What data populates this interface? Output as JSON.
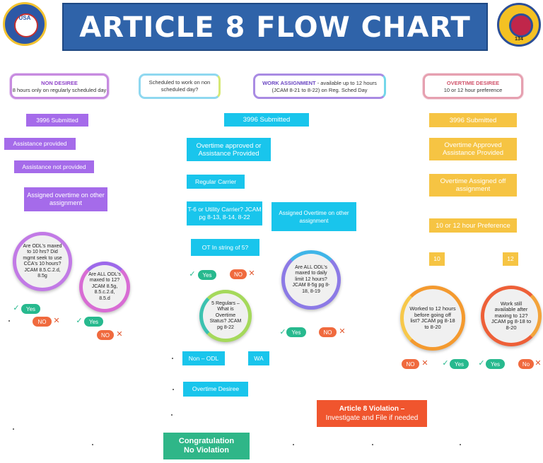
{
  "title": "ARTICLE 8 FLOW CHART",
  "logos": {
    "left_text": "USA",
    "right_number": "134"
  },
  "headers": [
    {
      "title": "NON DESIREE",
      "sub": "8 hours only on regularly scheduled day"
    },
    {
      "title": "",
      "sub": "Scheduled to work on non scheduled day?"
    },
    {
      "title": "WORK ASSIGNMENT",
      "sub_inline": " - available up to 12 hours",
      "sub": "(JCAM 8-21 to 8-22) on Reg. Sched Day"
    },
    {
      "title": "OVERTIME DESIREE",
      "sub": "10 or 12 hour preference"
    }
  ],
  "col1": {
    "submitted": "3996 Submitted",
    "assist_provided": "Assistance provided",
    "assist_not": "Assistance not provided",
    "assigned_ot": "Assigned overtime on other assignment",
    "q1": "Are ODL's maxed to 10 hrs? Did mgmt seek to use CCA's 10 hours? JCAM 8.5.C.2.d, 8.5g",
    "q2": "Are ALL ODL's maxed to 12? JCAM 8.5g, 8.5.c.2.d, 8.5.d"
  },
  "col2": {
    "submitted": "3996 Submitted",
    "ot_approved": "Overtime approved or Assistance Provided",
    "regular": "Regular Carrier",
    "t6": "T-6 or Utility Carrier? JCAM pg 8-13, 8-14, 8-22",
    "string5": "OT In string of 5?",
    "q5reg": "5 Regulars – What is Overtime Status? JCAM pg 8-22",
    "non_odl": "Non – ODL",
    "wa": "WA",
    "ot_desiree": "Overtime Desiree"
  },
  "col3": {
    "assigned_ot": "Assigned Overtime on other assignment",
    "q_odl12": "Are ALL ODL's maxed to daily limit 12 hours? JCAM 8-5g pg 8-18, 8-19"
  },
  "col4": {
    "submitted": "3996 Submitted",
    "ot_approved": "Overtime Approved Assistance Provided",
    "ot_assigned": "Overtime Assigned off assignment",
    "pref": "10 or 12 hour Preference",
    "ten": "10",
    "twelve": "12",
    "q_worked": "Worked to 12 hours before going off list? JCAM pg 8-18 to 8-20",
    "q_work_still": "Work still available after maxing to 12? JCAM pg 8-18 to 8-20"
  },
  "labels": {
    "yes": "Yes",
    "no": "NO",
    "no_lower": "No"
  },
  "violation": {
    "line1": "Article 8 Violation –",
    "line2": "Investigate and File if needed"
  },
  "congrats": {
    "line1": "Congratulation",
    "line2": "No Violation"
  },
  "colors": {
    "banner": "#2f63a9",
    "purple": "#a56bea",
    "cyan": "#19c5ec",
    "yellow": "#f6c443",
    "yes": "#27b98e",
    "no": "#f06a3e",
    "violation": "#f0552e",
    "congrats": "#2fb688"
  }
}
